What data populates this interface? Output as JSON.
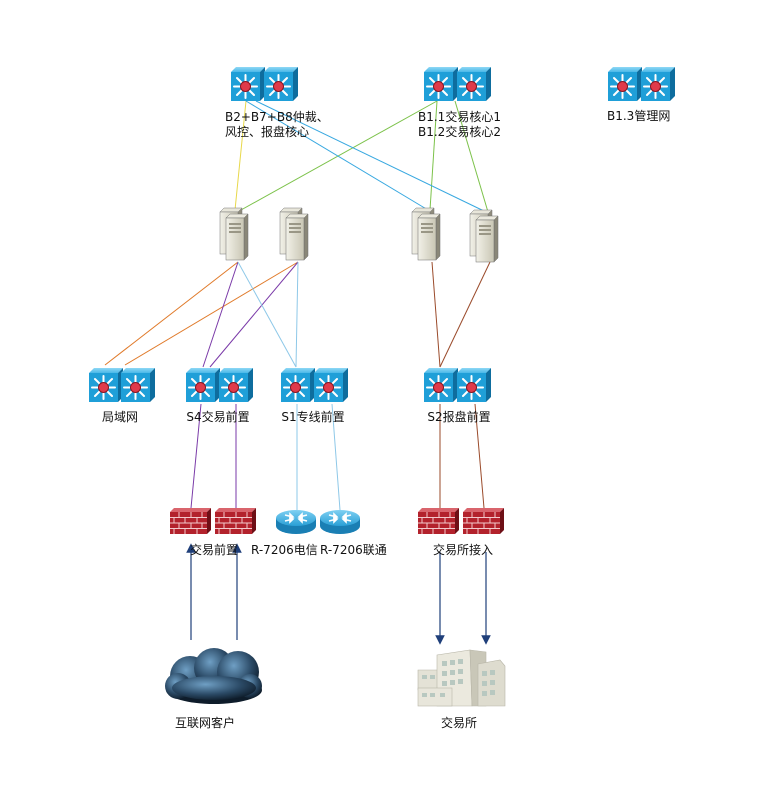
{
  "diagram": {
    "labels": {
      "core_a_line1": "B2+B7+B8仲裁、",
      "core_a_line2": "风控、报盘核心",
      "core_b_line1": "B1.1交易核心1",
      "core_b_line2": "B1.2交易核心2",
      "mgmt": "B1.3管理网",
      "lan": "局域网",
      "s4": "S4交易前置",
      "s1": "S1专线前置",
      "s2": "S2报盘前置",
      "fw_trade": "交易前置",
      "router_telecom": "R-7206电信",
      "router_unicom": "R-7206联通",
      "fw_exchange": "交易所接入",
      "internet": "互联网客户",
      "exchange": "交易所"
    },
    "colors": {
      "switch_face": "#1f9fd8",
      "switch_center": "#e03a4a",
      "firewall": "#b3222c",
      "router": "#2a9fd6",
      "cloud": "#2b4a66",
      "arrow": "#1f3f7a",
      "line_yellow": "#e8d84a",
      "line_green": "#7cc24a",
      "line_cyan": "#38a8e0",
      "line_orange": "#e07a2a",
      "line_purple": "#7a3aa8",
      "line_lightblue": "#8ec8e8",
      "line_brown": "#9a4a2a"
    }
  }
}
